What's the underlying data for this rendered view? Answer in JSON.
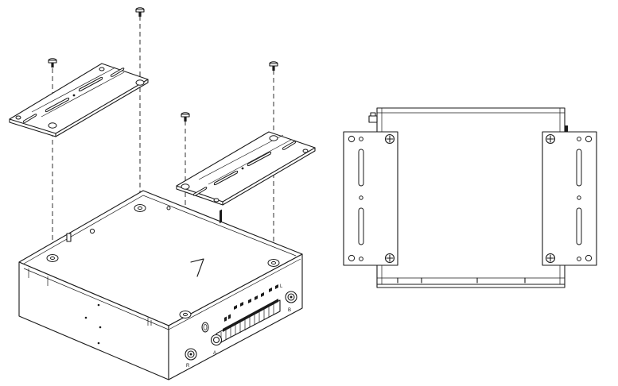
{
  "figure": {
    "views": [
      "exploded-isometric-view",
      "bottom-plan-view"
    ],
    "panel_labels": [
      "A",
      "R",
      "B",
      "L"
    ]
  }
}
